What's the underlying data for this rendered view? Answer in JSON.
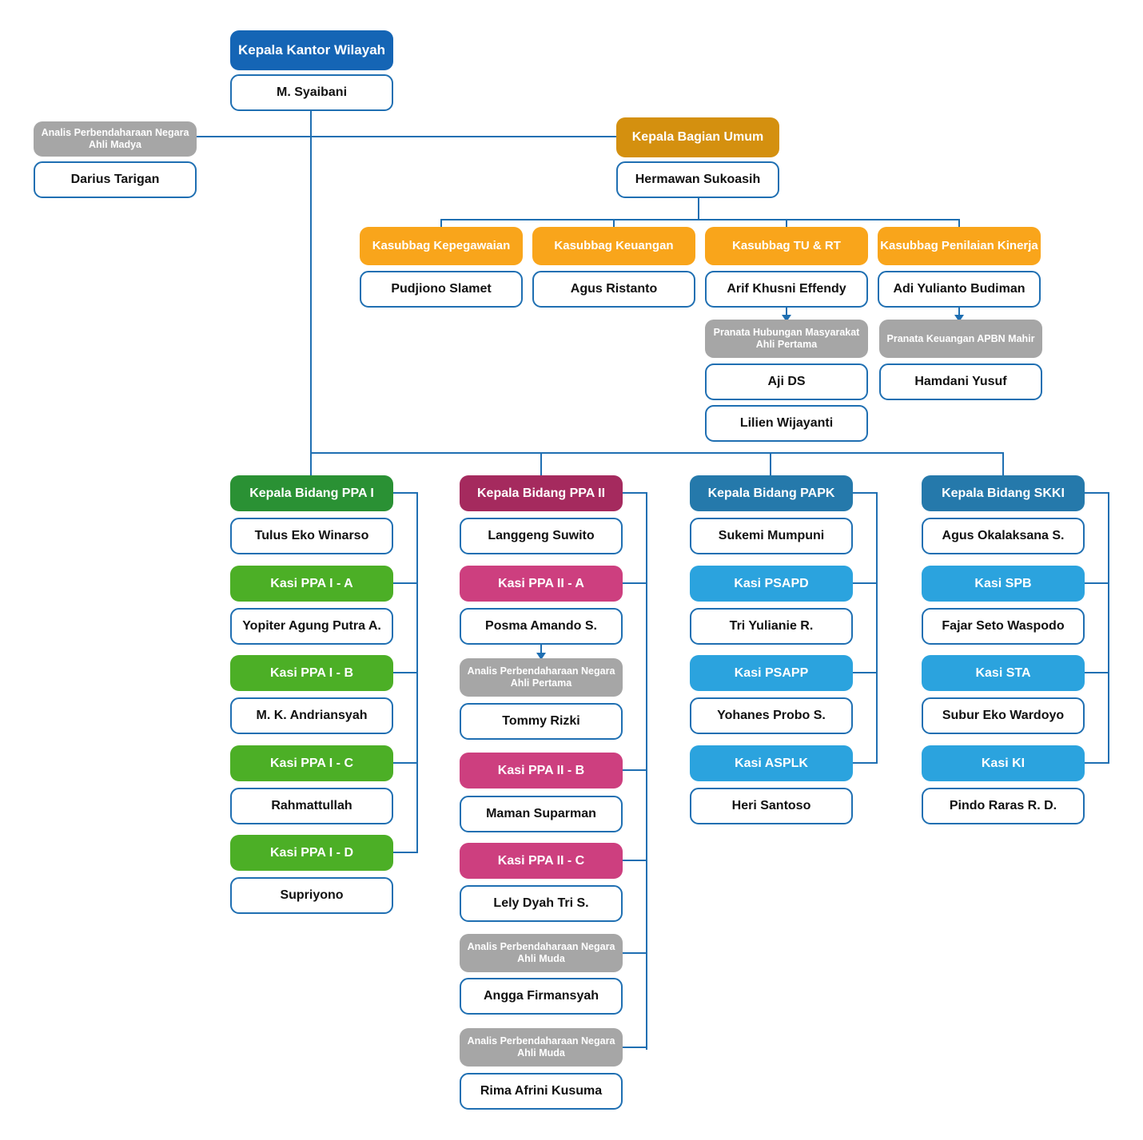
{
  "colors": {
    "blue_dark": "#1565b5",
    "gold_dark": "#d4900f",
    "orange": "#f9a51b",
    "green_dark": "#2a9134",
    "green": "#4caf26",
    "magenta_dark": "#a52a5e",
    "pink": "#cd3f7f",
    "blue_mid": "#2579ab",
    "blue_light": "#2ba3de",
    "grey": "#a6a6a6",
    "line": "#1f6fb2",
    "name_border": "#1f6fb2"
  },
  "top": {
    "head_title": "Kepala Kantor Wilayah",
    "head_name": "M. Syaibani"
  },
  "staff_left": {
    "role": "Analis Perbendaharaan Negara Ahli Madya",
    "name": "Darius Tarigan"
  },
  "bagian_umum": {
    "title": "Kepala Bagian Umum",
    "name": "Hermawan Sukoasih",
    "subbags": [
      {
        "title": "Kasubbag Kepegawaian",
        "name": "Pudjiono Slamet",
        "staff": []
      },
      {
        "title": "Kasubbag Keuangan",
        "name": "Agus Ristanto",
        "staff": []
      },
      {
        "title": "Kasubbag TU & RT",
        "name": "Arif Khusni Effendy",
        "staff": [
          {
            "role": "Pranata Hubungan Masyarakat Ahli Pertama",
            "names": [
              "Aji DS",
              "Lilien Wijayanti"
            ]
          }
        ]
      },
      {
        "title": "Kasubbag Penilaian Kinerja",
        "name": "Adi Yulianto Budiman",
        "staff": [
          {
            "role": "Pranata Keuangan APBN Mahir",
            "names": [
              "Hamdani Yusuf"
            ]
          }
        ]
      }
    ]
  },
  "bidang": [
    {
      "title": "Kepala Bidang PPA I",
      "name": "Tulus Eko Winarso",
      "items": [
        {
          "kind": "kasi",
          "title": "Kasi PPA I - A",
          "name": "Yopiter Agung Putra A."
        },
        {
          "kind": "kasi",
          "title": "Kasi PPA I - B",
          "name": "M. K. Andriansyah"
        },
        {
          "kind": "kasi",
          "title": "Kasi PPA I - C",
          "name": "Rahmattullah"
        },
        {
          "kind": "kasi",
          "title": "Kasi PPA I - D",
          "name": "Supriyono"
        }
      ]
    },
    {
      "title": "Kepala Bidang PPA II",
      "name": "Langgeng Suwito",
      "items": [
        {
          "kind": "kasi",
          "title": "Kasi PPA II - A",
          "name": "Posma Amando S."
        },
        {
          "kind": "staff",
          "title": "Analis Perbendaharaan Negara Ahli Pertama",
          "name": "Tommy Rizki"
        },
        {
          "kind": "kasi",
          "title": "Kasi PPA II - B",
          "name": "Maman Suparman"
        },
        {
          "kind": "kasi",
          "title": "Kasi PPA II - C",
          "name": "Lely Dyah Tri S."
        },
        {
          "kind": "staff",
          "title": "Analis Perbendaharaan Negara Ahli Muda",
          "name": "Angga Firmansyah"
        },
        {
          "kind": "staff",
          "title": "Analis Perbendaharaan Negara Ahli Muda",
          "name": "Rima Afrini Kusuma"
        }
      ]
    },
    {
      "title": "Kepala Bidang PAPK",
      "name": "Sukemi Mumpuni",
      "items": [
        {
          "kind": "kasi",
          "title": "Kasi PSAPD",
          "name": "Tri Yulianie R."
        },
        {
          "kind": "kasi",
          "title": "Kasi PSAPP",
          "name": "Yohanes Probo S."
        },
        {
          "kind": "kasi",
          "title": "Kasi ASPLK",
          "name": "Heri Santoso"
        }
      ]
    },
    {
      "title": "Kepala Bidang SKKI",
      "name": "Agus Okalaksana S.",
      "items": [
        {
          "kind": "kasi",
          "title": "Kasi SPB",
          "name": "Fajar Seto Waspodo"
        },
        {
          "kind": "kasi",
          "title": "Kasi STA",
          "name": "Subur Eko Wardoyo"
        },
        {
          "kind": "kasi",
          "title": "Kasi KI",
          "name": "Pindo Raras R. D."
        }
      ]
    }
  ]
}
